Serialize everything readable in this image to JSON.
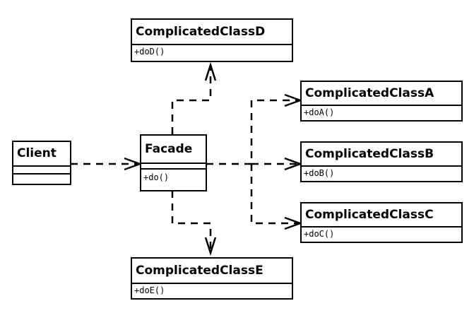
{
  "client": {
    "name": "Client"
  },
  "facade": {
    "name": "Facade",
    "operation": "+do()"
  },
  "classes": {
    "d": {
      "name": "ComplicatedClassD",
      "operation": "+doD()"
    },
    "a": {
      "name": "ComplicatedClassA",
      "operation": "+doA()"
    },
    "b": {
      "name": "ComplicatedClassB",
      "operation": "+doB()"
    },
    "c": {
      "name": "ComplicatedClassC",
      "operation": "+doC()"
    },
    "e": {
      "name": "ComplicatedClassE",
      "operation": "+doE()"
    }
  },
  "colors": {
    "stroke": "#000000",
    "background": "#ffffff"
  }
}
